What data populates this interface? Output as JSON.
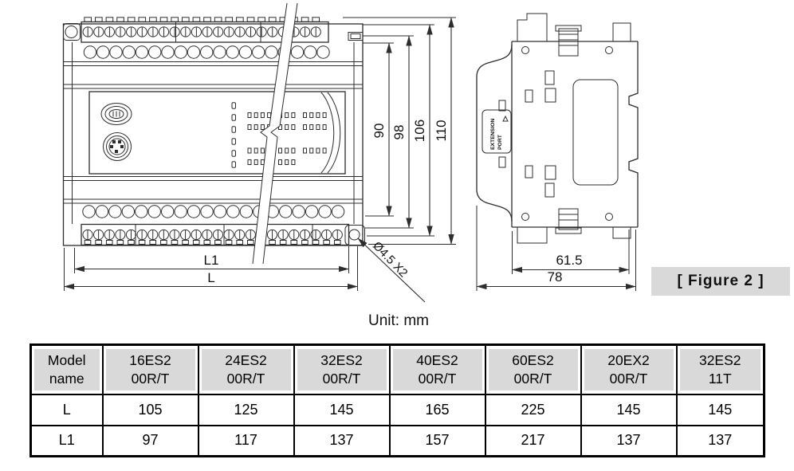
{
  "drawing": {
    "unit_label": "Unit: mm",
    "figure_label": "[ Figure 2 ]",
    "front_view": {
      "dim_90": "90",
      "dim_98": "98",
      "dim_106": "106",
      "dim_110": "110",
      "dim_l1": "L1",
      "dim_l": "L",
      "dim_hole": "Ø4.5 X2"
    },
    "side_view": {
      "dim_inner": "61.5",
      "dim_outer": "78",
      "ext_port_line1": "EXTENSION",
      "ext_port_line2": "PORT"
    }
  },
  "table": {
    "header": [
      [
        "Model",
        "name"
      ],
      [
        "16ES2",
        "00R/T"
      ],
      [
        "24ES2",
        "00R/T"
      ],
      [
        "32ES2",
        "00R/T"
      ],
      [
        "40ES2",
        "00R/T"
      ],
      [
        "60ES2",
        "00R/T"
      ],
      [
        "20EX2",
        "00R/T"
      ],
      [
        "32ES2",
        "11T"
      ]
    ],
    "rows": [
      {
        "label": "L",
        "values": [
          "105",
          "125",
          "145",
          "165",
          "225",
          "145",
          "145"
        ]
      },
      {
        "label": "L1",
        "values": [
          "97",
          "117",
          "137",
          "157",
          "217",
          "137",
          "137"
        ]
      }
    ]
  },
  "colors": {
    "line": "#2d2d2d",
    "table_header_bg": "#d9d9d9",
    "figure_label_bg": "#d9d9d9",
    "background": "#ffffff"
  }
}
